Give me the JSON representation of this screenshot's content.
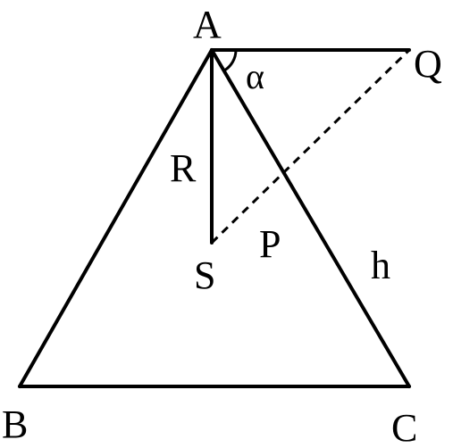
{
  "diagram": {
    "labels": {
      "A": "A",
      "B": "B",
      "C": "C",
      "Q": "Q",
      "S": "S",
      "P": "P",
      "R": "R",
      "h": "h",
      "alpha": "α"
    },
    "colors": {
      "stroke": "#000000",
      "background": "#ffffff"
    }
  }
}
